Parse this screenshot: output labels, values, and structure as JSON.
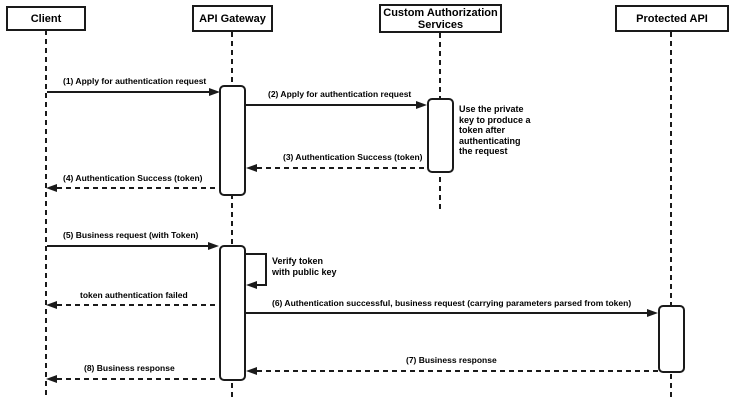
{
  "diagram": {
    "kind": "uml-sequence-diagram",
    "colors": {
      "line": "#1a1a1a",
      "background": "#ffffff",
      "box_fill": "#ffffff"
    },
    "participants": [
      {
        "id": "client",
        "label": "Client"
      },
      {
        "id": "api-gateway",
        "label": "API Gateway"
      },
      {
        "id": "custom-auth",
        "label": "Custom Authorization Services"
      },
      {
        "id": "protected-api",
        "label": "Protected API"
      }
    ],
    "messages": [
      {
        "label": "(1) Apply for authentication request",
        "from": "Client",
        "to": "API Gateway",
        "line": "solid"
      },
      {
        "label": "(2) Apply for authentication request",
        "from": "API Gateway",
        "to": "Custom Authorization Services",
        "line": "solid"
      },
      {
        "label": "(3) Authentication Success (token)",
        "from": "Custom Authorization Services",
        "to": "API Gateway",
        "line": "dashed"
      },
      {
        "label": "(4) Authentication Success (token)",
        "from": "API Gateway",
        "to": "Client",
        "line": "dashed"
      },
      {
        "label": "(5) Business request (with Token)",
        "from": "Client",
        "to": "API Gateway",
        "line": "solid"
      },
      {
        "label": "Verify token\nwith public key",
        "from": "API Gateway",
        "to": "API Gateway",
        "line": "solid-self"
      },
      {
        "label": "token authentication failed",
        "from": "API Gateway",
        "to": "Client",
        "line": "dashed"
      },
      {
        "label": "(6) Authentication successful, business request (carrying parameters parsed from token)",
        "from": "API Gateway",
        "to": "Protected API",
        "line": "solid"
      },
      {
        "label": "(7) Business response",
        "from": "Protected API",
        "to": "API Gateway",
        "line": "dashed"
      },
      {
        "label": "(8) Business response",
        "from": "API Gateway",
        "to": "Client",
        "line": "dashed"
      }
    ],
    "notes": [
      {
        "text": "Use the private\nkey to produce a\ntoken after\nauthenticating\nthe request",
        "attached_to": "Custom Authorization Services"
      }
    ]
  }
}
